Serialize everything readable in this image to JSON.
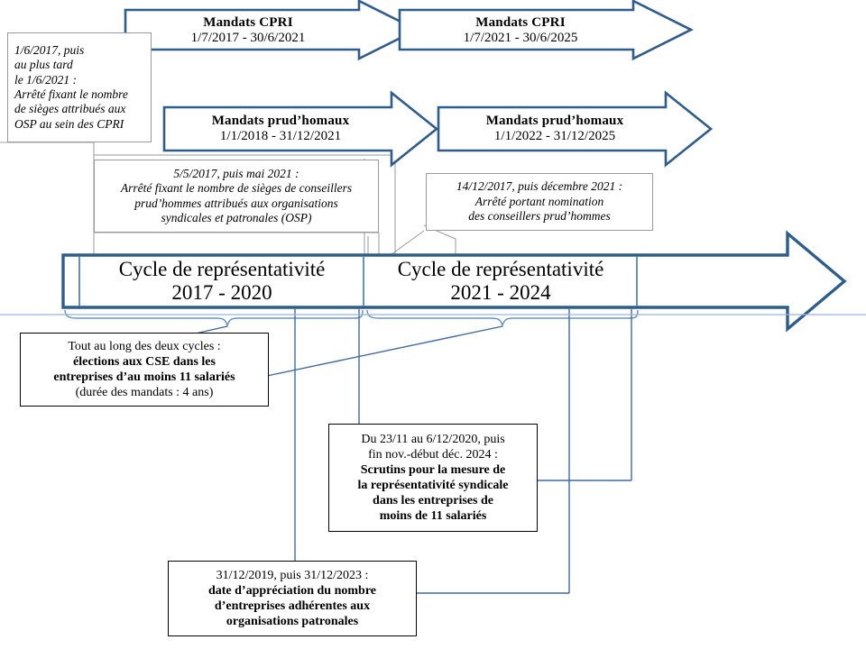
{
  "meta": {
    "title": "Calendrier des cycles de representativite",
    "accent_blue": "#2e5c8c",
    "light_blue": "#9ab4d4",
    "grey_border": "#9a9a9a",
    "black": "#000000",
    "background": "#ffffff"
  },
  "banners": [
    {
      "id": "cpri-1",
      "title": "Mandats CPRI",
      "period": "1/7/2017 - 30/6/2021"
    },
    {
      "id": "cpri-2",
      "title": "Mandats CPRI",
      "period": "1/7/2021 - 30/6/2025"
    },
    {
      "id": "prudhomaux-1",
      "title": "Mandats prud’homaux",
      "period": "1/1/2018 - 31/12/2021"
    },
    {
      "id": "prudhomaux-2",
      "title": "Mandats prud’homaux",
      "period": "1/1/2022 - 31/12/2025"
    }
  ],
  "cycles": [
    {
      "id": "cycle-2017-2020",
      "line1": "Cycle de représentativité",
      "line2": "2017 - 2020"
    },
    {
      "id": "cycle-2021-2024",
      "line1": "Cycle de représentativité",
      "line2": "2021 - 2024"
    }
  ],
  "notes": {
    "cpri_sieges": {
      "lines": [
        "1/6/2017, puis",
        "au plus tard",
        "le 1/6/2021 :",
        "Arrêté fixant le nombre",
        "de sièges attribués aux",
        "OSP au sein des CPRI"
      ]
    },
    "prudhommes_sieges": {
      "lines": [
        "5/5/2017, puis mai 2021 :",
        "Arrêté fixant le nombre de sièges de conseillers",
        "prud’hommes attribués aux organisations",
        "syndicales et patronales (OSP)"
      ]
    },
    "nomination": {
      "lines": [
        "14/12/2017, puis décembre 2021 :",
        "Arrêté portant nomination",
        "des conseillers prud’hommes"
      ]
    }
  },
  "callouts": {
    "cse": {
      "lines": [
        {
          "text": "Tout au long des deux cycles :",
          "bold": false
        },
        {
          "text": "élections aux CSE dans les",
          "bold": true
        },
        {
          "text": "entreprises d’au moins 11 salariés",
          "bold": true
        },
        {
          "text": "(durée des mandats : 4 ans)",
          "bold": false
        }
      ]
    },
    "scrutins": {
      "lines": [
        {
          "text": "Du 23/11 au 6/12/2020, puis",
          "bold": false
        },
        {
          "text": "fin nov.-début déc. 2024 :",
          "bold": false
        },
        {
          "text": "Scrutins pour la mesure de",
          "bold": true
        },
        {
          "text": "la représentativité syndicale",
          "bold": true
        },
        {
          "text": "dans les entreprises de",
          "bold": true
        },
        {
          "text": "moins de 11 salariés",
          "bold": true
        }
      ]
    },
    "appreciation": {
      "lines": [
        {
          "text": "31/12/2019, puis 31/12/2023 :",
          "bold": false
        },
        {
          "text": "date d’appréciation du nombre",
          "bold": true
        },
        {
          "text": "d’entreprises adhérentes aux",
          "bold": true
        },
        {
          "text": "organisations patronales",
          "bold": true
        }
      ]
    }
  }
}
